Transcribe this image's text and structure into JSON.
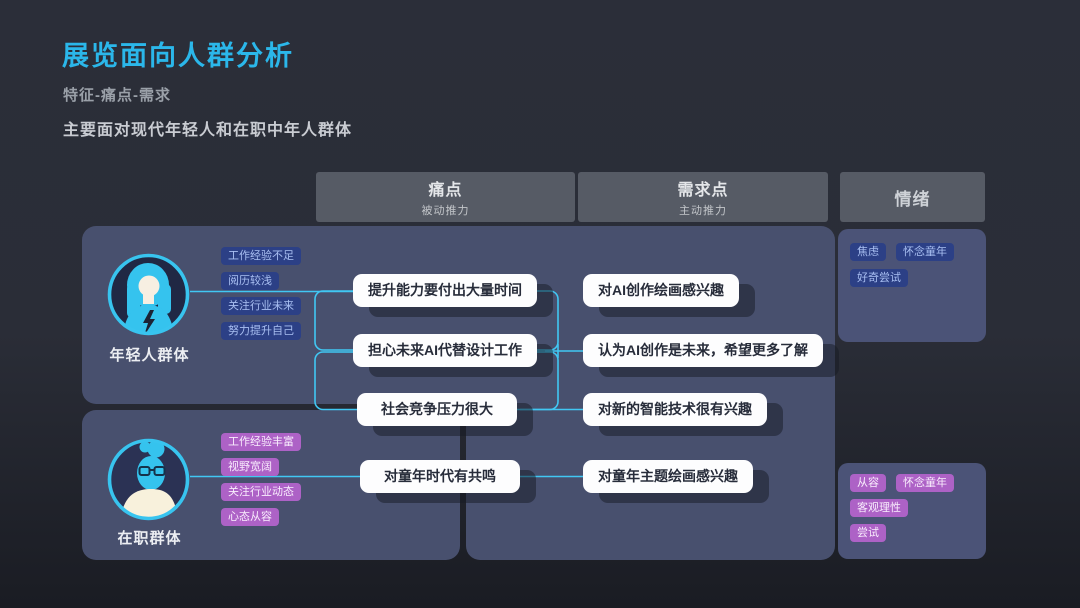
{
  "header": {
    "title": "展览面向人群分析",
    "subtitle": "特征-痛点-需求",
    "description": "主要面对现代年轻人和在职中年人群体"
  },
  "columns": [
    {
      "title": "痛点",
      "subtitle": "被动推力"
    },
    {
      "title": "需求点",
      "subtitle": "主动推力"
    },
    {
      "title": "情绪"
    }
  ],
  "personas": [
    {
      "name": "年轻人群体",
      "traits": [
        "工作经验不足",
        "阅历较浅",
        "关注行业未来",
        "努力提升自己"
      ],
      "pains": [
        "提升能力要付出大量时间",
        "担心未来AI代替设计工作",
        "社会竞争压力很大"
      ],
      "needs": [
        "对AI创作绘画感兴趣",
        "认为AI创作是未来，希望更多了解",
        "对新的智能技术很有兴趣"
      ],
      "emotions": [
        "焦虑",
        "怀念童年",
        "好奇尝试"
      ]
    },
    {
      "name": "在职群体",
      "traits": [
        "工作经验丰富",
        "视野宽阔",
        "关注行业动态",
        "心态从容"
      ],
      "pains": [
        "对童年时代有共鸣"
      ],
      "needs": [
        "对童年主题绘画感兴趣"
      ],
      "emotions": [
        "从容",
        "怀念童年",
        "客观理性",
        "尝试"
      ]
    }
  ],
  "colors": {
    "accent": "#2BB7EA",
    "connector": "#41C7F3",
    "panel": "#48506E",
    "emotionPanel": "#4B5377",
    "headerGrey": "#565B65",
    "tagBlueBg": "#2C4086",
    "tagBlueText": "#A9BFF2",
    "tagPurple": "#AD62C6",
    "avatarStroke": "#38C4EF"
  }
}
